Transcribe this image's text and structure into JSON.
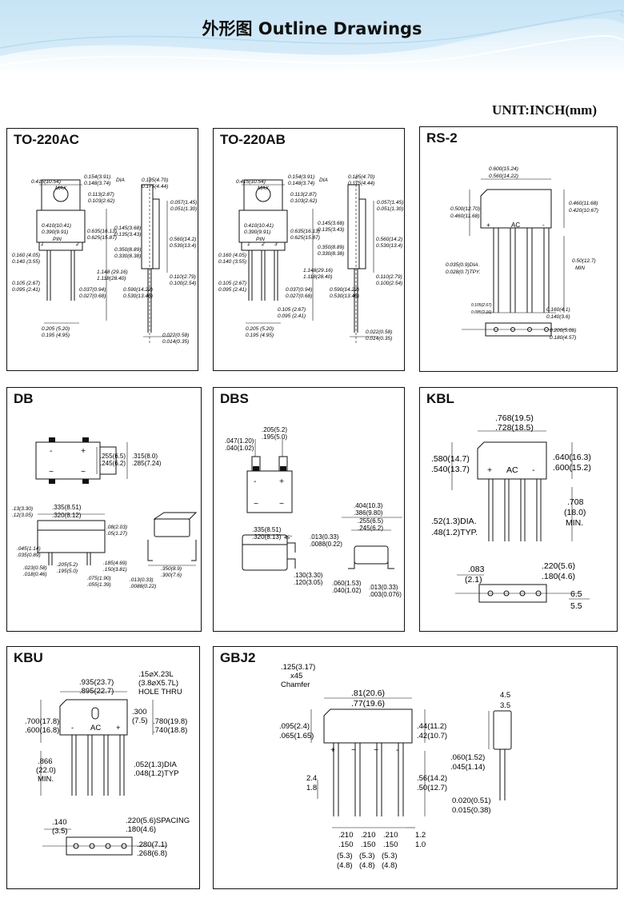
{
  "header": {
    "title": "外形图 Outline Drawings",
    "unit": "UNIT:INCH(mm)"
  },
  "panels": {
    "to220ac": {
      "name": "TO-220AC",
      "dims": [
        "0.415(10.54)",
        "MAX",
        "0.154(3.91)",
        "0.148(3.74)",
        "DIA",
        "0.185(4.70)",
        "0.175(4.44)",
        "0.113(2.87)",
        "0.103(2.62)",
        "0.057(1.45)",
        "0.051(1.30)",
        "0.410(10.41)",
        "0.390(9.91)",
        "PIN",
        "1",
        "2",
        "0.635(16.13)",
        "0.625(15.87)",
        "0.145(3.68)",
        "0.135(3.43)",
        "0.560(14.2)",
        "0.530(13.4)",
        "0.160 (4.05)",
        "0.140 (3.55)",
        "0.350(8.89)",
        "0.330(8.38)",
        "1.148 (29.16)",
        "1.118(28.40)",
        "0.110(2.79)",
        "0.100(2.54)",
        "0.105 (2.67)",
        "0.095 (2.41)",
        "0.037(0.94)",
        "0.027(0.68)",
        "0.590(14.22)",
        "0.530(13.46)",
        "0.205 (5.20)",
        "0.195 (4.95)",
        "0.022(0.58)",
        "0.014(0.35)"
      ]
    },
    "to220ab": {
      "name": "TO-220AB",
      "dims": [
        "0.415(10.54)",
        "MAX",
        "0.154(3.91)",
        "0.148(3.74)",
        "DIA",
        "0.185(4.70)",
        "0.175(4.44)",
        "0.113(2.87)",
        "0.103(2.62)",
        "0.057(1.45)",
        "0.051(1.30)",
        "0.410(10.41)",
        "0.390(9.91)",
        "PIN",
        "1",
        "2",
        "3",
        "0.635(16.13)",
        "0.625(15.87)",
        "0.145(3.68)",
        "0.135(3.43)",
        "0.560(14.2)",
        "0.530(13.4)",
        "0.160 (4.05)",
        "0.140 (3.55)",
        "0.350(8.89)",
        "0.330(8.38)",
        "1.148(29.16)",
        "1.118(28.40)",
        "0.110(2.79)",
        "0.100(2.54)",
        "0.105 (2.67)",
        "0.095 (2.41)",
        "0.037(0.94)",
        "0.027(0.68)",
        "0.590(14.22)",
        "0.530(13.46)",
        "0.105 (2.67)",
        "0.095 (2.41)",
        "0.205 (5.20)",
        "0.195 (4.95)",
        "0.022(0.58)",
        "0.014(0.35)"
      ]
    },
    "rs2": {
      "name": "RS-2",
      "dims": [
        "0.600(15.24)",
        "0.560(14.22)",
        "0.500(12.70)",
        "0.460(11.68)",
        "0.460(11.68)",
        "0.420(10.67)",
        "+",
        "AC",
        "-",
        "0.035(0.9)DIA.",
        "0.028(0.7)TPY.",
        "0.50(12.7)",
        "MIN",
        "0.105(2.67)",
        "0.085(2.16)",
        "0.160(4.1)",
        "0.140(3.6)",
        "0.200(5.08)",
        "0.180(4.57)"
      ]
    },
    "db": {
      "name": "DB",
      "dims": [
        "-",
        "+",
        "~",
        "~",
        ".255(6.5)",
        ".245(6.2)",
        ".315(8.0)",
        ".285(7.24)",
        ".13(3.30)",
        ".12(3.05)",
        ".335(8.51)",
        ".320(8.12)",
        ".08(2.03)",
        ".05(1.27)",
        ".045(1.14)",
        ".035(0.89)",
        ".185(4.69)",
        ".150(3.81)",
        ".023(0.58)",
        ".018(0.46)",
        ".205(5.2)",
        ".195(5.0)",
        ".075(1.90)",
        ".055(1.39)",
        ".350(8.9)",
        ".300(7.6)",
        ".013(0.33)",
        ".0088(0.22)"
      ]
    },
    "dbs": {
      "name": "DBS",
      "dims": [
        ".205(5.2)",
        ".195(5.0)",
        ".047(1.20)",
        ".040(1.02)",
        "-",
        "+",
        "~",
        "~",
        ".404(10.3)",
        ".386(9.80)",
        ".255(6.5)",
        ".245(6.2)",
        ".335(8.51)",
        ".320(8.13)",
        "45°",
        ".013(0.33)",
        ".0088(0.22)",
        ".130(3.30)",
        ".120(3.05)",
        ".060(1.53)",
        ".040(1.02)",
        ".013(0.33)",
        ".003(0.076)"
      ]
    },
    "kbl": {
      "name": "KBL",
      "dims": [
        ".768(19.5)",
        ".728(18.5)",
        ".580(14.7)",
        ".540(13.7)",
        ".640(16.3)",
        ".600(15.2)",
        "+",
        "AC",
        "-",
        ".708",
        "(18.0)",
        "MIN.",
        ".52(1.3)DIA.",
        ".48(1.2)TYP.",
        ".083",
        "(2.1)",
        ".220(5.6)",
        ".180(4.6)",
        "6.5",
        "5.5"
      ]
    },
    "kbu": {
      "name": "KBU",
      "dims": [
        ".15⌀X.23L",
        "(3.8⌀X5.7L)",
        "HOLE THRU",
        ".935(23.7)",
        ".895(22.7)",
        ".300",
        "(7.5)",
        ".700(17.8)",
        ".600(16.8)",
        ".780(19.8)",
        ".740(18.8)",
        "-",
        "AC",
        "+",
        ".866",
        "(22.0)",
        "MIN.",
        ".052(1.3)DIA",
        ".048(1.2)TYP",
        ".140",
        "(3.5)",
        ".220(5.6)SPACING",
        ".180(4.6)",
        ".280(7.1)",
        ".268(6.8)"
      ]
    },
    "gbj2": {
      "name": "GBJ2",
      "dims": [
        ".125(3.17)",
        "x45",
        "Chamfer",
        ".81(20.6)",
        ".77(19.6)",
        "4.5",
        "3.5",
        ".095(2.4)",
        ".065(1.65)",
        ".44(11.2)",
        ".42(10.7)",
        "+",
        "~",
        "~",
        "-",
        ".060(1.52)",
        ".045(1.14)",
        "2.4",
        "1.8",
        ".56(14.2)",
        ".50(12.7)",
        "0.020(0.51)",
        "0.015(0.38)",
        "1.2",
        "1.0",
        ".210",
        ".150",
        "(5.3)",
        "(4.8)",
        ".210",
        ".150",
        "(5.3)",
        "(4.8)",
        ".210",
        ".150",
        "(5.3)",
        "(4.8)"
      ]
    }
  }
}
